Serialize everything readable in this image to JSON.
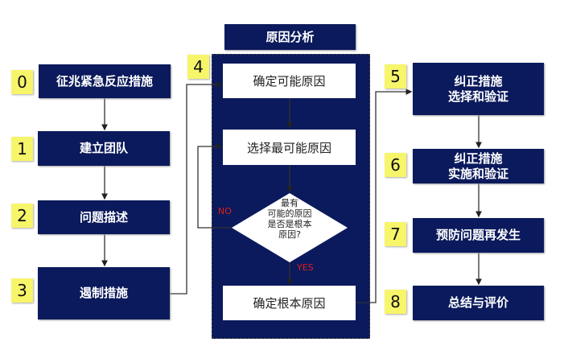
{
  "title": "原因分析",
  "left_steps": [
    {
      "num": "0",
      "label": "征兆紧急反应措施"
    },
    {
      "num": "1",
      "label": "建立团队"
    },
    {
      "num": "2",
      "label": "问题描述"
    },
    {
      "num": "3",
      "label": "遏制措施"
    }
  ],
  "analysis": {
    "num": "4",
    "step1": "确定可能原因",
    "step2": "选择最可能原因",
    "decision": [
      "最有",
      "可能的原因",
      "是否是根本",
      "原因?"
    ],
    "no_label": "NO",
    "yes_label": "YES",
    "step3": "确定根本原因"
  },
  "right_steps": [
    {
      "num": "5",
      "line1": "纠正措施",
      "line2": "选择和验证"
    },
    {
      "num": "6",
      "line1": "纠正措施",
      "line2": "实施和验证"
    },
    {
      "num": "7",
      "line1": "预防问题再发生",
      "line2": ""
    },
    {
      "num": "8",
      "line1": "总结与评价",
      "line2": ""
    }
  ]
}
